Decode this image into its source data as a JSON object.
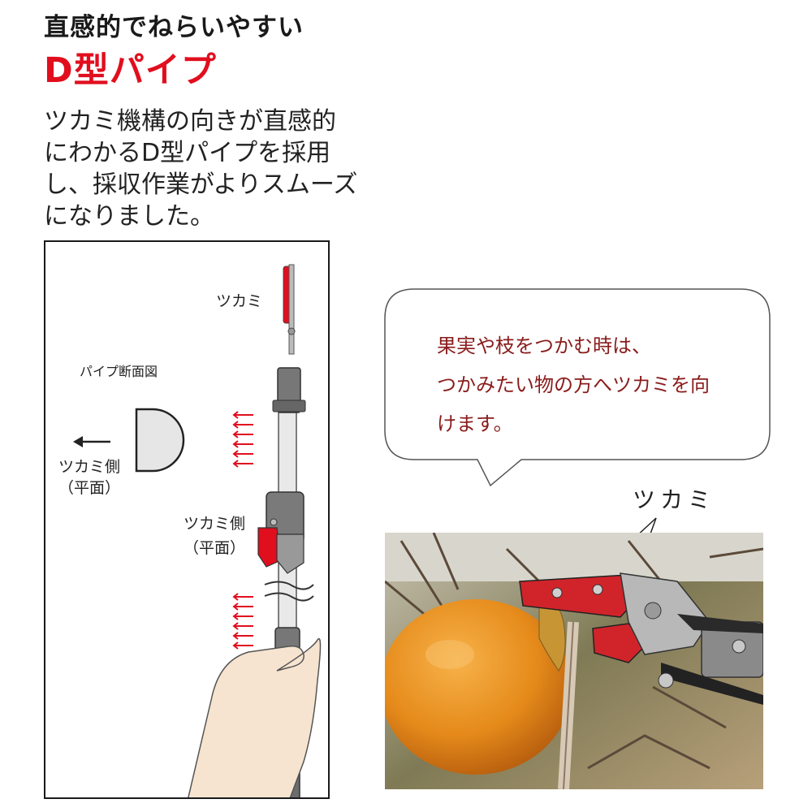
{
  "header": {
    "subtitle": "直感的でねらいやすい",
    "title": "D型パイプ"
  },
  "description": {
    "lines": [
      "ツカミ機構の向きが直感的",
      "にわかるD型パイプを採用",
      "し、採収作業がよりスムーズ",
      "になりました。"
    ]
  },
  "diagram": {
    "grip_label": "ツカミ",
    "section_title": "パイプ断面図",
    "section_side_label": "ツカミ側",
    "section_side_sub": "（平面）",
    "pole_side_label": "ツカミ側",
    "pole_side_sub": "（平面）"
  },
  "bubble": {
    "lines": [
      "果実や枝をつかむ時は、",
      "つかみたい物の方へツカミを向",
      "けます。"
    ]
  },
  "photo": {
    "label": "ツカミ"
  },
  "colors": {
    "accent_red": "#e10e1e",
    "bubble_text": "#8a1c1c",
    "persimmon": "#e8901e"
  }
}
